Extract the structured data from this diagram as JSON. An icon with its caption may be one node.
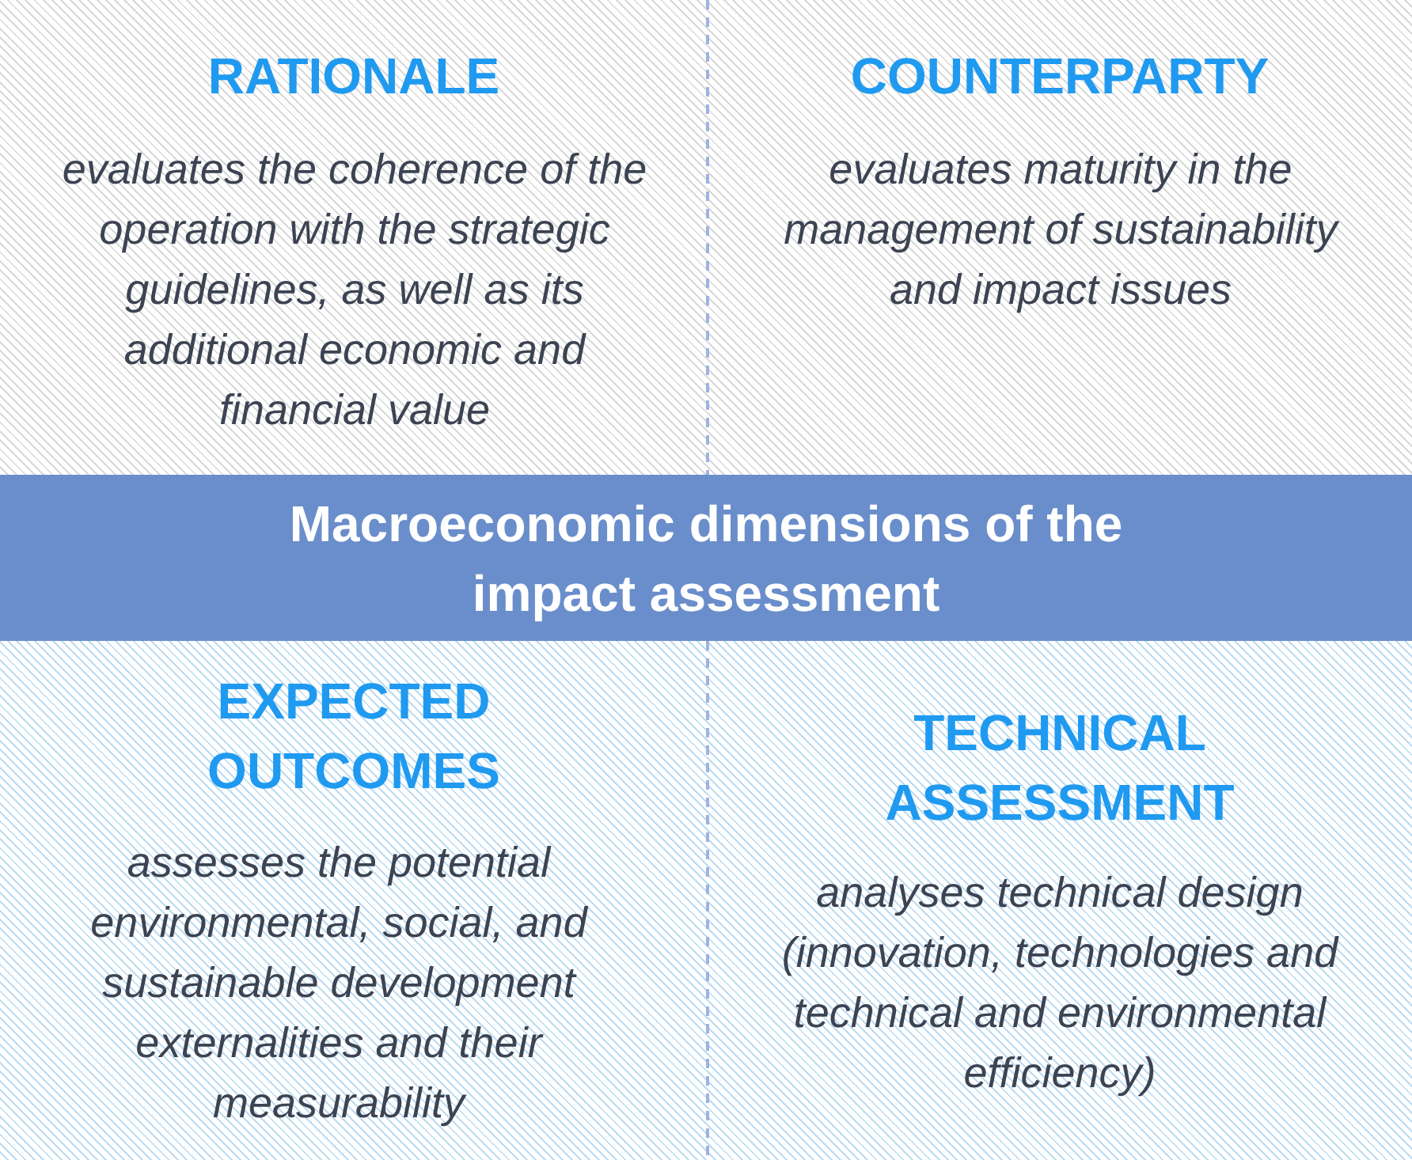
{
  "diagram": {
    "nodes": [
      {
        "text": [
          "RATIONALE",
          "evaluates the coherence of the operation with the strategic guidelines, as well as its additional economic and financial value"
        ]
      },
      {
        "text": [
          "COUNTERPARTY",
          "evaluates maturity in the management of sustainability and impact issues"
        ]
      },
      {
        "text": [
          "Macroeconomic dimensions of the impact assessment"
        ]
      },
      {
        "text": [
          "EXPECTED OUTCOMES",
          "assesses the potential environmental, social, and sustainable development externalities and their measurability"
        ]
      },
      {
        "text": [
          "TECHNICAL ASSESSMENT",
          "analyses technical design (innovation, technologies and technical and environmental efficiency)"
        ]
      }
    ]
  }
}
